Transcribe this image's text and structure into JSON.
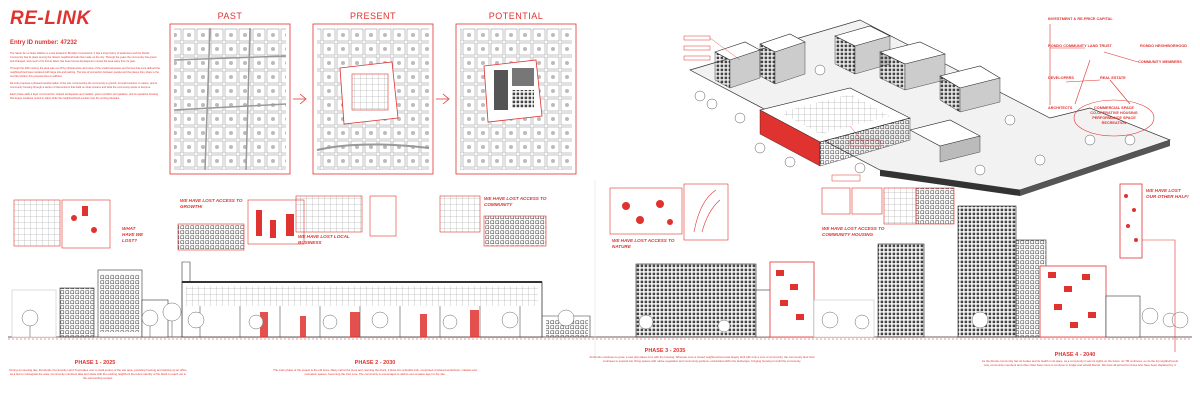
{
  "board": {
    "title": "RE-LINK",
    "entry_id": "Entry ID number: 47232",
    "intro_paragraphs": [
      "The Santo Ke Le Nuku Wahine is a site located in Brooklyn Connecticut. It has a long history of settlement and the Rondo Community has its place among the historic neighbourhoods that make up the city. Through the years the community has grown and changed, and much of its former fabric has been lost as development moved the area away from its past.",
      "Through the 20th century the area was cut off by infrastructure and many of the small businesses and homes that once defined the neighbourhood were replaced with large lots and parking. The loss of connection between people and the places they share is the central problem this proposal tries to address.",
      "Re-Link proposes a phased transformation of the site, reconnecting the community to growth, to local business, to nature, and to community housing through a series of interventions that build on what remains and what the community wants to become.",
      "Each phase adds a layer of connection: shared workspaces and markets, green corridors and gardens, and co-operative housing that keeps residents rooted in place while the neighbourhood evolves over the coming decades."
    ],
    "maps": {
      "past_label": "PAST",
      "present_label": "PRESENT",
      "potential_label": "POTENTIAL"
    },
    "quotes": {
      "what_have_we_lost": "WHAT HAVE WE LOST?",
      "growth": "WE HAVE LOST ACCESS TO GROWTH!",
      "business": "WE HAVE LOST LOCAL BUSINESS",
      "community": "WE HAVE LOST ACCESS TO COMMUNITY",
      "nature": "WE HAVE LOST ACCESS TO NATURE",
      "housing": "WE HAVE LOST ACCESS TO COMMUNITY HOUSING",
      "other_half": "WE HAVE LOST OUR OTHER HALF!"
    },
    "diagram": {
      "investment": "INVESTMENT & RE-PRICE CAPITAL",
      "trust": "RONDO COMMUNITY LAND TRUST",
      "neighborhood": "RONDO NEIGHBORHOOD",
      "members": "COMMUNITY MEMBERS",
      "developers": "DEVELOPERS",
      "real_estate": "REAL ESTATE",
      "architects": "ARCHITECTS",
      "hub_line1": "COMMERCIAL SPACE",
      "hub_line2": "CO-OPERATIVE HOUSING",
      "hub_line3": "PERFORMANCE SPACE",
      "hub_line4": "RECREATION"
    },
    "phases": [
      {
        "title": "PHASE 1 - 2025",
        "text": "During an opening day, the Rondo Community Land Trust takes over a small portion of the site area, providing housing and starting up an office as a hub to reintegrate the area. Community members take and share with the existing neighbors the future identity of the block to reach out to the surrounding context."
      },
      {
        "title": "PHASE 2 - 2030",
        "text": "The main phase of the project is the old store. Many call at the store and, learning the block, it flows into a flexible hub, comprised of shared workshops, markets and recreation spaces, becoming the civic core. The community is encouraged to add its own creative layer to the site."
      },
      {
        "title": "PHASE 3 - 2035",
        "text": "As Rondo continues to grow, a new plan takes form with the housing. Whereas once a closed neighbourhood was largely built with only a core of community, the community land trust continues to expand into hiring spaces with native vegetation and community gardens, embedded within the landscape, bringing housing to build the community."
      },
      {
        "title": "PHASE 4 - 2040",
        "text": "As the Rondo community has its bodies and its health in its place, as a community it sets its sights on the future. As TM continues, so do the lot neighborhoods now, community members and other cities have come to continue to bridge and rebuild Rondo. We have all arrived for those who have been displaced by it."
      }
    ],
    "palette": {
      "accent": "#e0322f",
      "ink": "#2b2b2b",
      "line": "#555555"
    }
  }
}
